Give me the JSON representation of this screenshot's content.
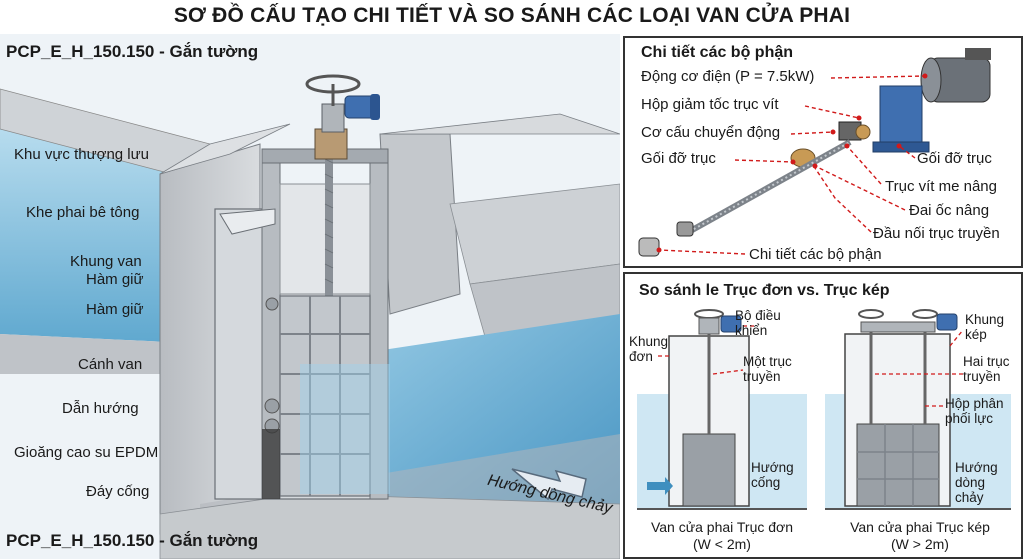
{
  "title": "SƠ ĐỒ CẤU TẠO CHI TIẾT VÀ SO SÁNH CÁC LOẠI VAN CỬA PHAI",
  "left": {
    "header_label": "PCP_E_H_150.150 - Gắn tường",
    "footer_label": "PCP_E_H_150.150 - Gắn tường",
    "labels": {
      "upstream": "Khu vực thượng lưu",
      "concrete_slot": "Khe phai bê tông",
      "valve_frame": "Khung van",
      "clamp1": "Hàm giữ",
      "clamp2": "Hàm giữ",
      "valve_leaf": "Cánh van",
      "guide": "Dẫn hướng",
      "seal": "Gioăng cao su EPDM",
      "sewer_bottom": "Đáy cống",
      "flow_direction": "Hướng dòng chảy"
    }
  },
  "parts": {
    "title": "Chi tiết các bộ phận",
    "labels": {
      "motor": "Động cơ điện (P = 7.5kW)",
      "gearbox": "Hộp giảm tốc trục vít",
      "mechanism": "Cơ cấu chuyển động",
      "bearing_left": "Gối đỡ trục",
      "bearing_right": "Gối đỡ trục",
      "lead_screw": "Trục vít me nâng",
      "lift_nut": "Đai ốc nâng",
      "coupling": "Đầu nối trục truyền",
      "parts_detail": "Chi tiết các bộ phận"
    }
  },
  "compare": {
    "title": "So sánh le Trục đơn vs. Trục kép",
    "single": {
      "controller": "Bộ điều khiển",
      "frame": "Khung đơn",
      "shaft": "Một trục truyền",
      "flow": "Hướng cống",
      "caption": "Van cửa phai Trục đơn",
      "width": "(W < 2m)"
    },
    "double": {
      "frame": "Khung kép",
      "shafts": "Hai trục truyền",
      "distributor": "Hộp phân phối lực",
      "flow": "Hướng dòng chảy",
      "caption": "Van cửa phai Trục kép",
      "width": "(W > 2m)"
    }
  },
  "colors": {
    "water": "#8cc4e0",
    "concrete": "#c9ccd0",
    "steel": "#a9b0b6",
    "motor_blue": "#3f6fb0",
    "leader_red": "#d11a1a"
  }
}
